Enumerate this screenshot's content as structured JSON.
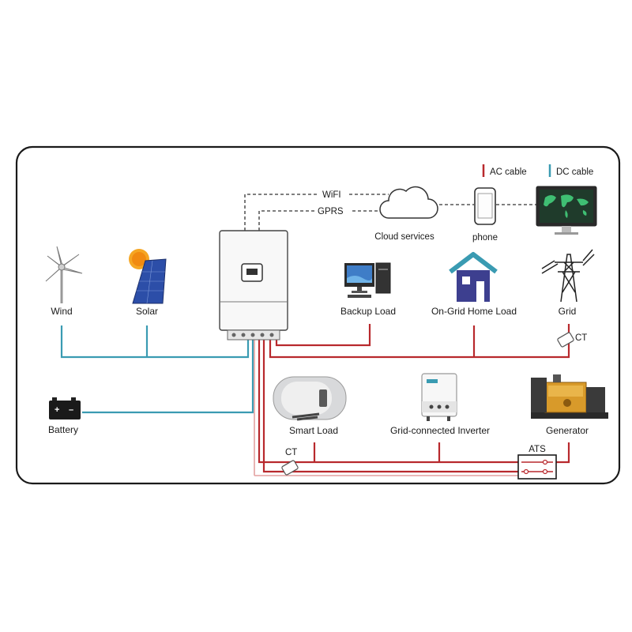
{
  "legend": {
    "ac_cable": "AC cable",
    "dc_cable": "DC cable"
  },
  "colors": {
    "ac": "#b8292d",
    "dc": "#3a9bb2",
    "grid_ac_light": "#e3a1a0",
    "frame": "#1a1a1a",
    "dashed": "#333333"
  },
  "comm": {
    "wifi": "WiFI",
    "gprs": "GPRS"
  },
  "devices": {
    "cloud": "Cloud services",
    "phone": "phone",
    "wind": "Wind",
    "solar": "Solar",
    "backup_load": "Backup Load",
    "home_load": "On-Grid Home Load",
    "grid": "Grid",
    "battery": "Battery",
    "smart_load": "Smart Load",
    "grid_inverter": "Grid-connected Inverter",
    "generator": "Generator"
  },
  "sensors": {
    "ct_grid": "CT",
    "ct_smart": "CT",
    "ats": "ATS"
  },
  "icons": {
    "wind": "wind-turbine-icon",
    "solar": "solar-panel-icon",
    "cloud": "cloud-icon",
    "phone": "phone-icon",
    "monitor": "world-map-monitor-icon",
    "desktop": "desktop-computer-icon",
    "home": "house-icon",
    "tower": "transmission-tower-icon",
    "battery": "battery-icon",
    "heater": "water-heater-icon",
    "inverter": "grid-inverter-icon",
    "generator": "generator-icon"
  }
}
